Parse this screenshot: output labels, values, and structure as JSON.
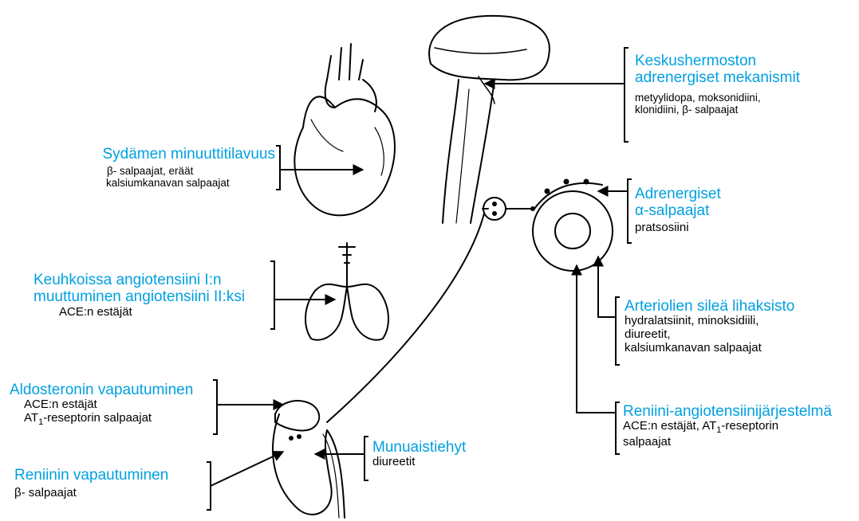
{
  "labels": {
    "cns": {
      "title_1": "Keskushermoston",
      "title_2": "adrenergiset mekanismit",
      "drugs_1": "metyylidopa, moksonidiini,",
      "drugs_2": "klonidiini, β- salpaajat"
    },
    "heart": {
      "title": "Sydämen minuuttitilavuus",
      "drugs_1": "β- salpaajat, eräät",
      "drugs_2": "kalsiumkanavan salpaajat"
    },
    "alpha": {
      "title_1": "Adrenergiset",
      "title_2": "α-salpaajat",
      "drugs_1": "pratsosiini"
    },
    "lungs": {
      "title_1": "Keuhkoissa angiotensiini I:n",
      "title_2": "muuttuminen angiotensiini II:ksi",
      "drugs_1": "ACE:n estäjät"
    },
    "arteriole": {
      "title": "Arteriolien sileä lihaksisto",
      "drugs_1": "hydralatsiinit, minoksidiili,",
      "drugs_2": "diureetit,",
      "drugs_3": "kalsiumkanavan salpaajat"
    },
    "aldosterone": {
      "title": "Aldosteronin vapautuminen",
      "drugs_1": "ACE:n estäjät",
      "drugs_2_pre": "AT",
      "drugs_2_sub": "1",
      "drugs_2_post": "-reseptorin salpaajat"
    },
    "renin_system": {
      "title": "Reniini-angiotensiinijärjestelmä",
      "drugs_1_pre": "ACE:n estäjät, AT",
      "drugs_1_sub": "1",
      "drugs_1_post": "-reseptorin",
      "drugs_2": "salpaajat"
    },
    "tubule": {
      "title": "Munuaistiehyt",
      "drugs_1": "diureetit"
    },
    "renin_release": {
      "title": "Reniinin vapautuminen",
      "drugs_1": "β- salpaajat"
    }
  },
  "colors": {
    "title": "#00a0e0",
    "text": "#000000",
    "line": "#000000"
  }
}
